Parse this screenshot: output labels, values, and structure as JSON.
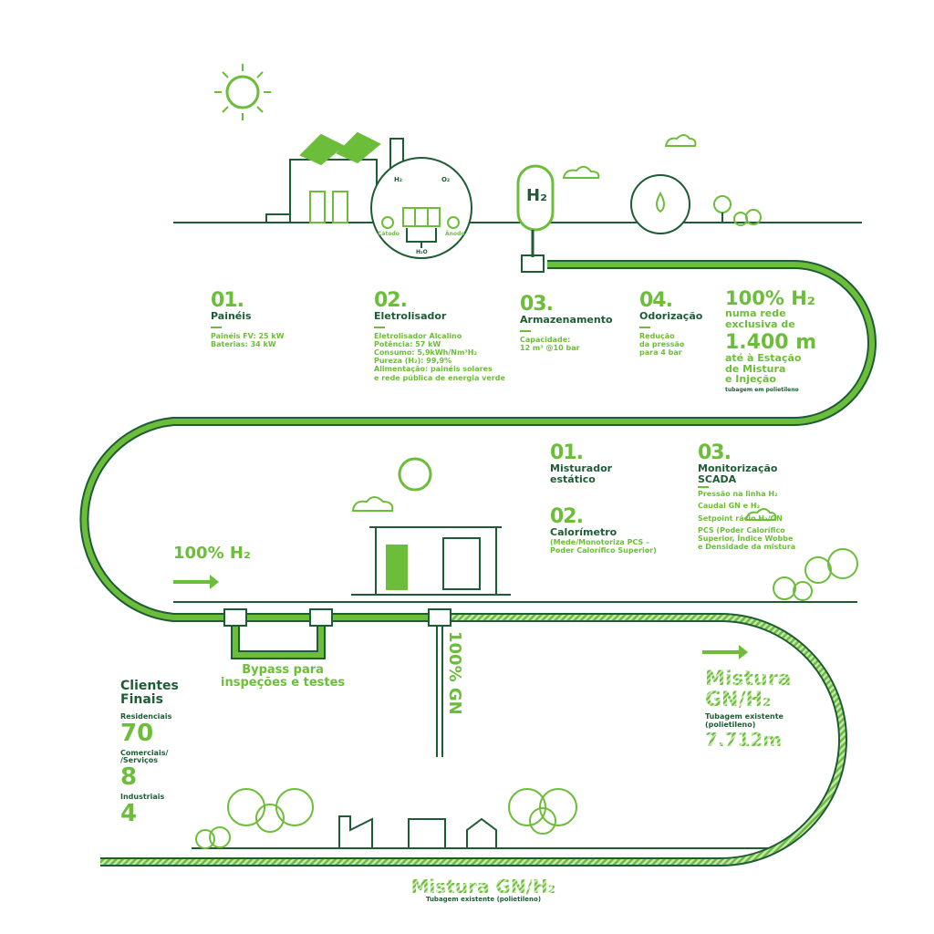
{
  "top_steps": [
    {
      "num": "01.",
      "title": "Painéis",
      "lines": [
        "Painéis FV: 25 kW",
        "Baterias: 34 kW"
      ]
    },
    {
      "num": "02.",
      "title": "Eletrolisador",
      "lines": [
        "Eletrolisador Alcalino",
        "Potência: 57 kW",
        "Consumo: 5,9kWh/Nm³H₂",
        "Pureza (H₂): 99,9%",
        "Alimentação: painéis solares",
        "e rede pública de energia verde"
      ]
    },
    {
      "num": "03.",
      "title": "Armazenamento",
      "lines": [
        "Capacidade:",
        "12 m³ @10 bar"
      ]
    },
    {
      "num": "04.",
      "title": "Odorização",
      "lines": [
        "Redução",
        "da pressão",
        "para 4 bar"
      ]
    }
  ],
  "network": {
    "headline": "100% H₂",
    "line1": "numa rede",
    "line2": "exclusiva de",
    "distance": "1.400 m",
    "line3": "até à Estação",
    "line4": "de Mistura",
    "line5": "e Injeção",
    "note": "tubagem em polietileno"
  },
  "electrolyser_icon": {
    "h2": "H₂",
    "o2": "O₂",
    "cathode": "Cátodo",
    "anode": "Ânodo",
    "water": "H₂O"
  },
  "tank_label": "H₂",
  "station_steps": [
    {
      "num": "01.",
      "title": "Misturador estático",
      "lines": []
    },
    {
      "num": "02.",
      "title": "Calorímetro",
      "lines": [
        "(Mede/Monotoriza PCS –",
        "Poder Calorífico Superior)"
      ]
    },
    {
      "num": "03.",
      "title": "Monitorização SCADA",
      "lines": [
        "Pressão na linha H₂",
        "Caudal GN e H₂",
        "Setpoint rácio H₂/GN",
        "PCS (Poder Calorífico",
        "Superior, Índice Wobbe",
        "e Densidade da mistura"
      ]
    }
  ],
  "inflow_h2": "100% H₂",
  "inflow_gn": "100% GN",
  "bypass": {
    "line1": "Bypass para",
    "line2": "inspeções e testes"
  },
  "mix_right": {
    "title1": "Mistura",
    "title2": "GN/H₂",
    "note1": "Tubagem existente",
    "note2": "(polietileno)",
    "distance": "7.712m"
  },
  "clients": {
    "title1": "Clientes",
    "title2": "Finais",
    "items": [
      {
        "label": "Residenciais",
        "value": "70"
      },
      {
        "label": "Comerciais/ /Serviços",
        "value": "8"
      },
      {
        "label": "Industriais",
        "value": "4"
      }
    ]
  },
  "mix_bottom": {
    "title": "Mistura GN/H₂",
    "note": "Tubagem existente (polietileno)"
  },
  "colors": {
    "light": "#6cbd3a",
    "dark": "#1e5c36"
  }
}
